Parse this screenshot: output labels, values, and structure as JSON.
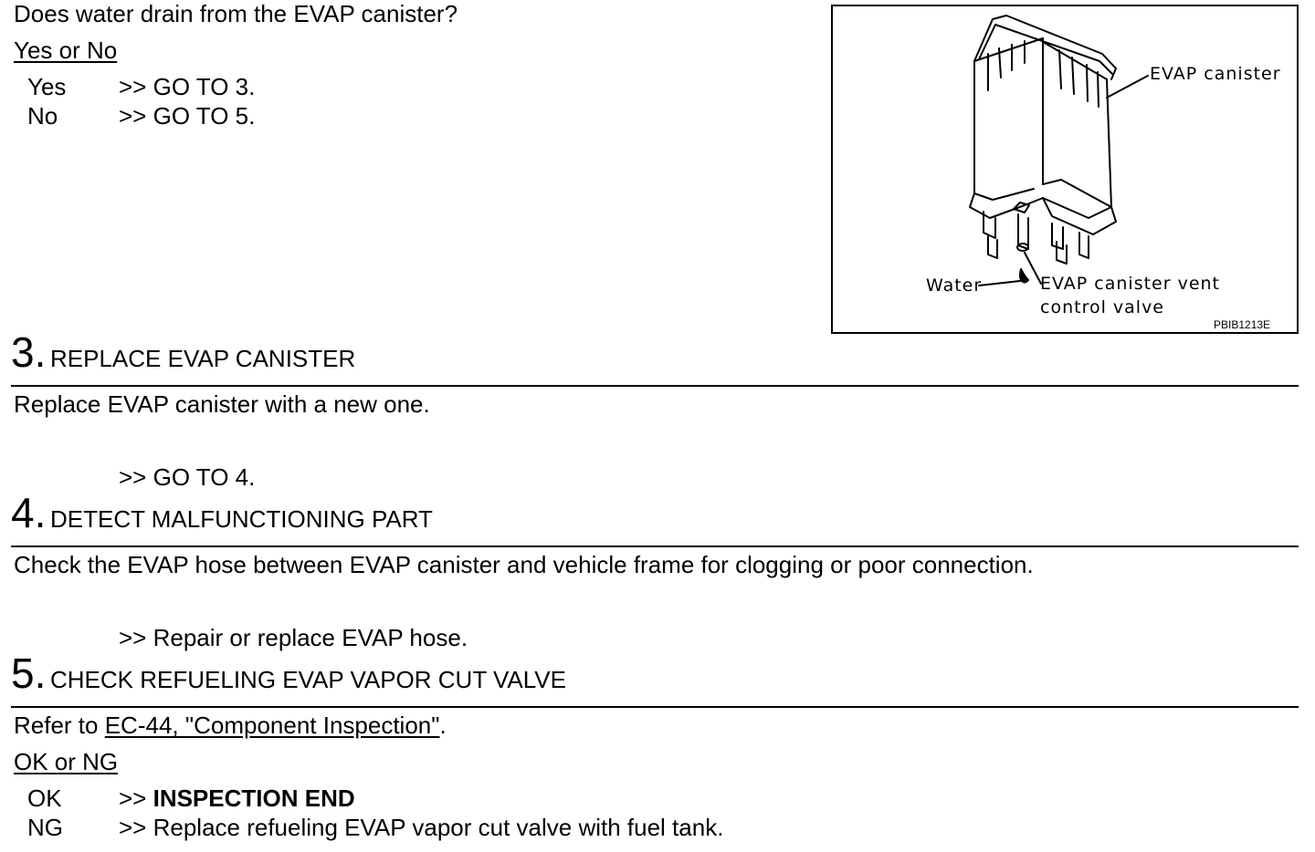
{
  "question": {
    "text": "Does water drain from the EVAP canister?",
    "choice_label": "Yes or No",
    "options": [
      {
        "label": "Yes",
        "action": ">> GO TO 3."
      },
      {
        "label": "No",
        "action": ">> GO TO 5."
      }
    ]
  },
  "figure": {
    "labels": {
      "canister": "EVAP canister",
      "water": "Water",
      "vent_valve_line1": "EVAP canister vent",
      "vent_valve_line2": "control valve"
    },
    "code": "PBIB1213E"
  },
  "steps": [
    {
      "number": "3.",
      "title": "REPLACE EVAP CANISTER",
      "body": "Replace EVAP canister with a new one.",
      "action": ">> GO TO 4."
    },
    {
      "number": "4.",
      "title": "DETECT MALFUNCTIONING PART",
      "body": "Check the EVAP hose between EVAP canister and vehicle frame for clogging or poor connection.",
      "action": ">> Repair or replace EVAP hose."
    },
    {
      "number": "5.",
      "title": "CHECK REFUELING EVAP VAPOR CUT VALVE",
      "body_prefix": "Refer to ",
      "body_link": "EC-44, \"Component Inspection\"",
      "body_suffix": ".",
      "choice_label": "OK or NG",
      "options": [
        {
          "label": "OK",
          "arrow": ">> ",
          "action": "INSPECTION END"
        },
        {
          "label": "NG",
          "arrow": ">> ",
          "action": "Replace refueling EVAP vapor cut valve with fuel tank."
        }
      ]
    }
  ]
}
